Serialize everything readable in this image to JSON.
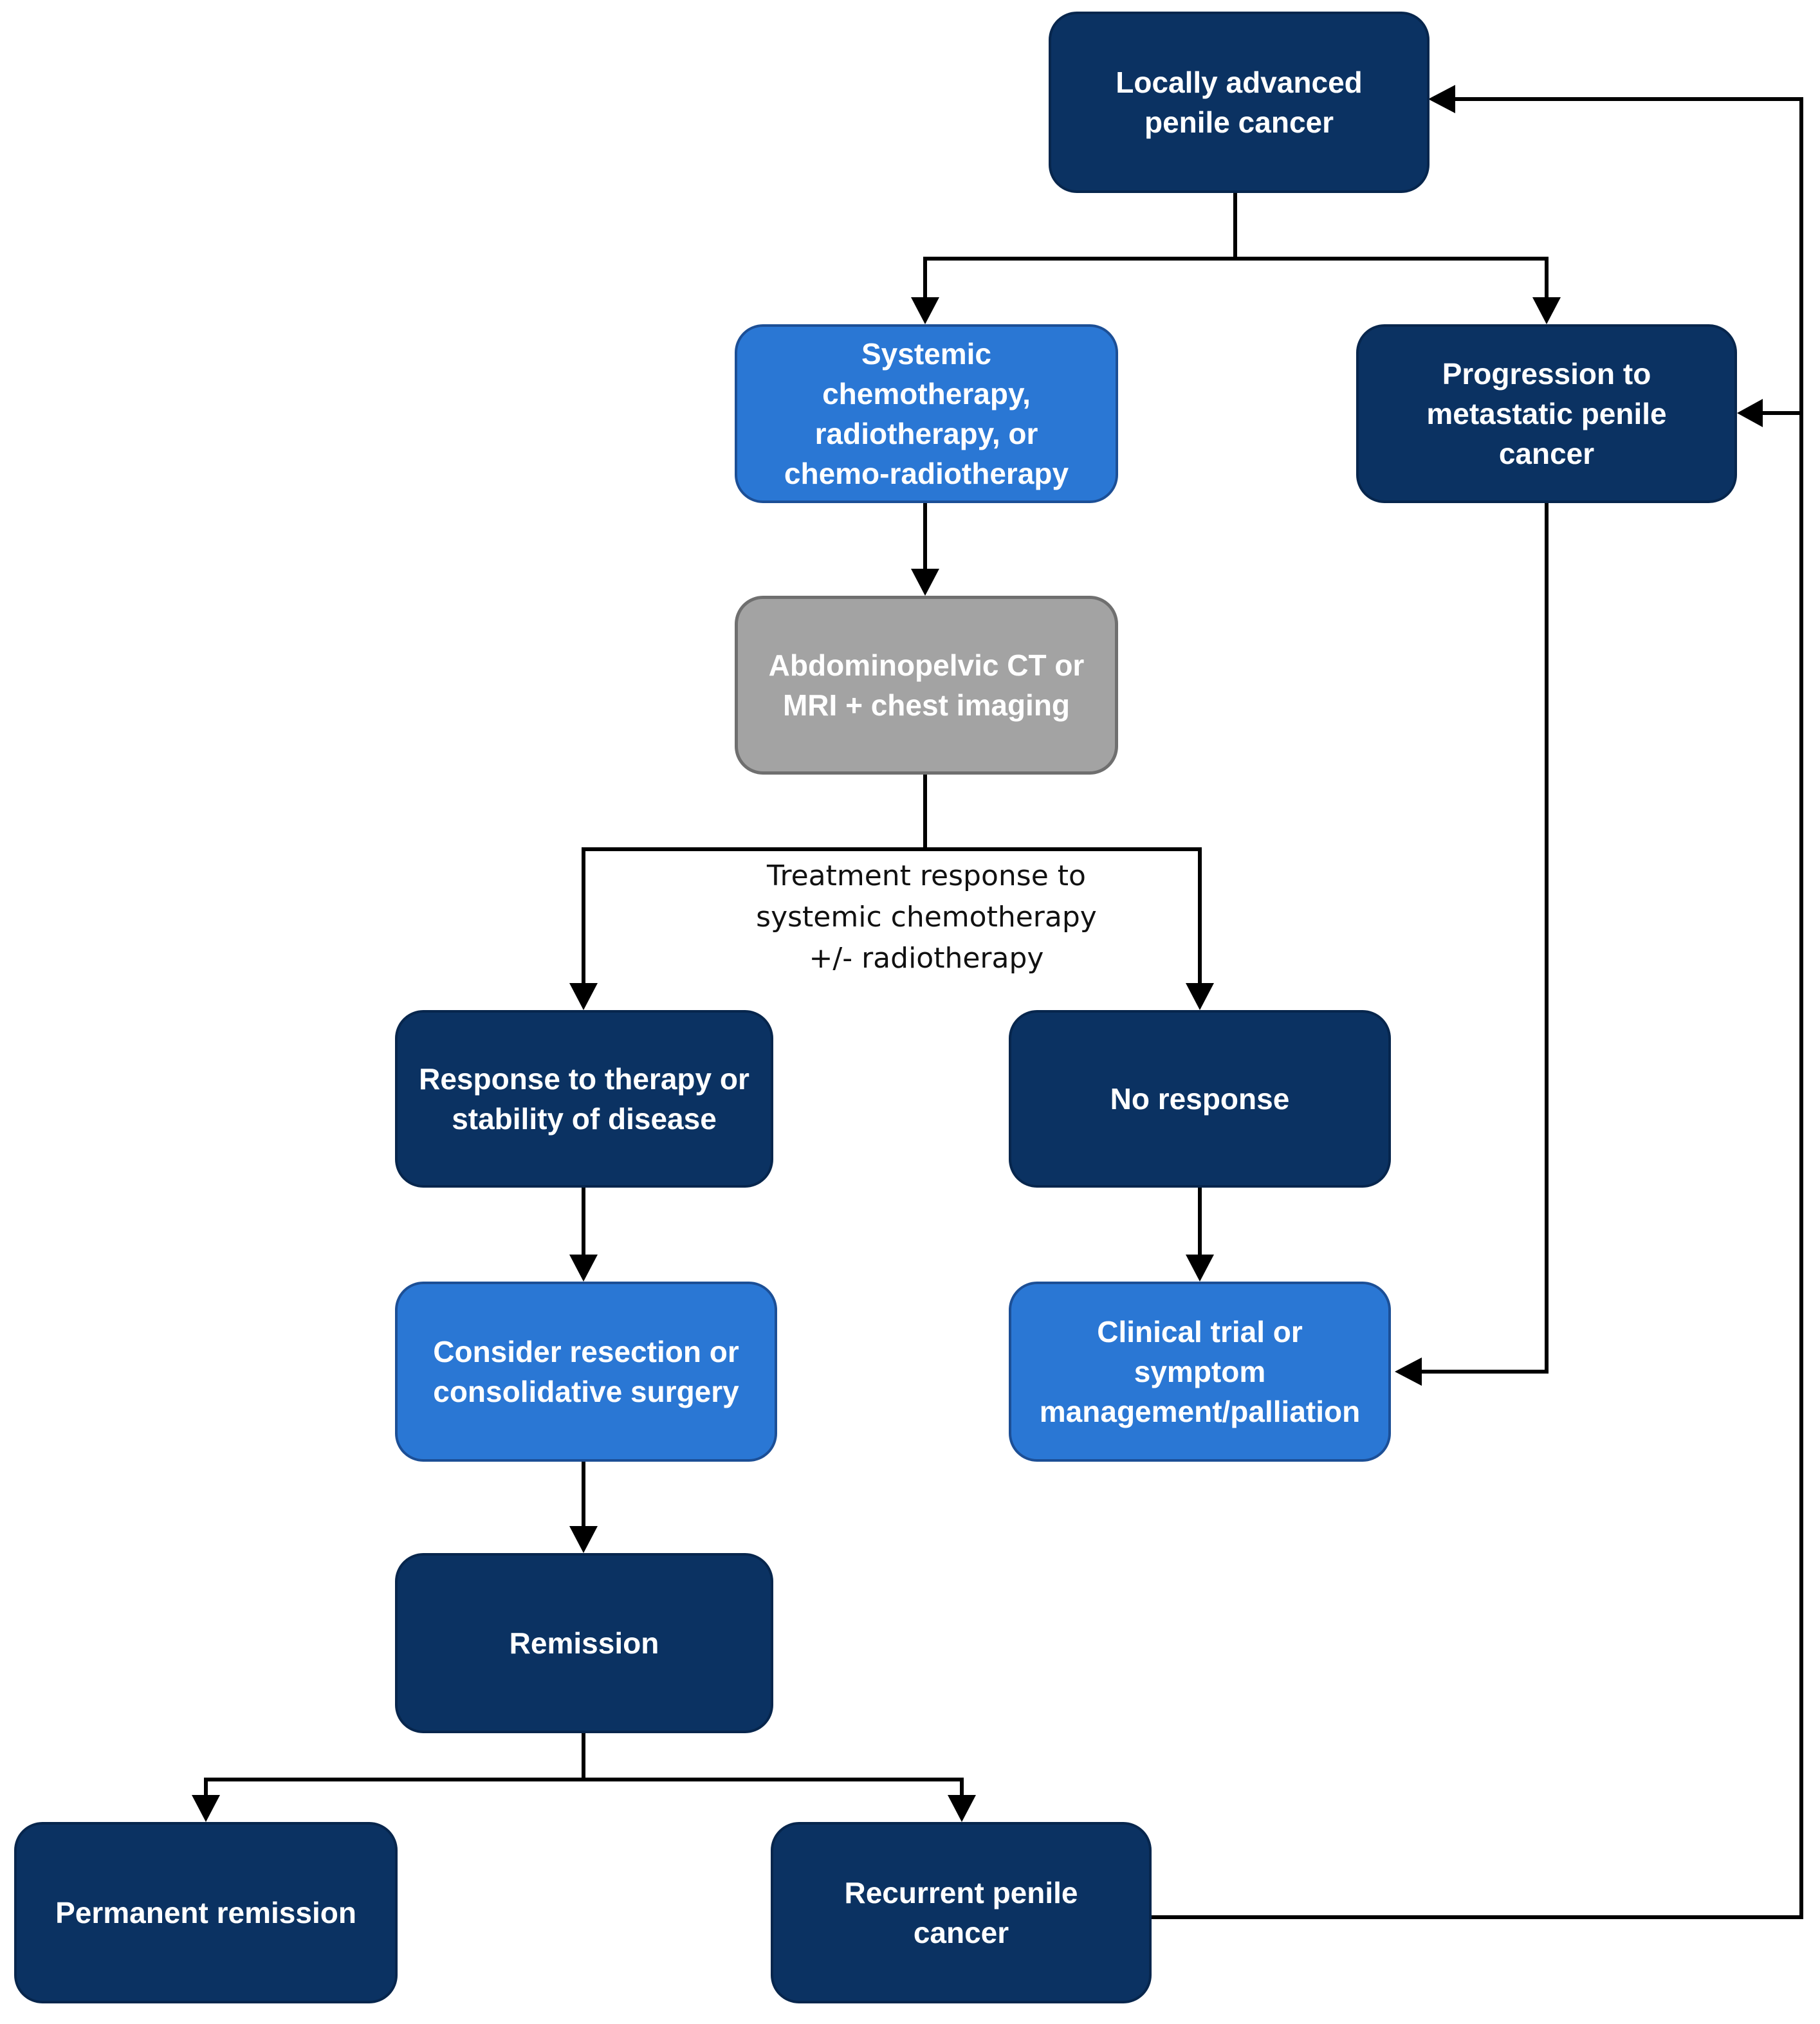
{
  "nodes": {
    "locally_advanced": "Locally advanced\npenile cancer",
    "systemic_therapy": "Systemic\nchemotherapy,\nradiotherapy, or\nchemo-radiotherapy",
    "progression": "Progression to\nmetastatic penile\ncancer",
    "imaging": "Abdominopelvic CT or\nMRI  + chest imaging",
    "response": "Response to therapy or\nstability of disease",
    "no_response": "No response",
    "consider_resection": "Consider resection or\nconsolidative surgery",
    "clinical_trial": "Clinical trial or\nsymptom\nmanagement/palliation",
    "remission": "Remission",
    "permanent_remission": "Permanent remission",
    "recurrent": "Recurrent penile\ncancer"
  },
  "edge_labels": {
    "treatment_response": "Treatment response to\nsystemic chemotherapy\n+/- radiotherapy"
  },
  "colors": {
    "dark_box": "#0b3262",
    "medium_box": "#2a77d4",
    "gray_box": "#a3a3a3",
    "connector": "#000000"
  }
}
